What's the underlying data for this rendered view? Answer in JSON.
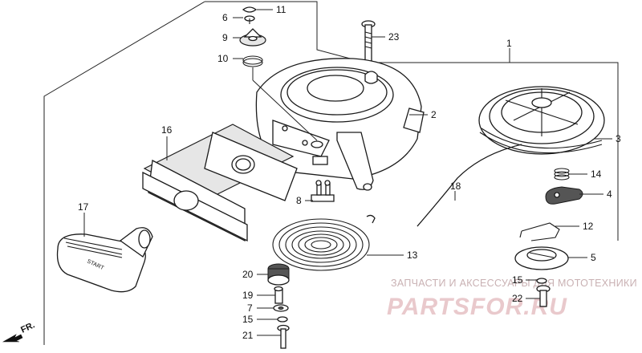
{
  "labels": {
    "p1": "1",
    "p2": "2",
    "p3": "3",
    "p4": "4",
    "p5": "5",
    "p6": "6",
    "p7": "7",
    "p8": "8",
    "p9": "9",
    "p10": "10",
    "p11": "11",
    "p12": "12",
    "p13": "13",
    "p14": "14",
    "p15a": "15",
    "p15b": "15",
    "p16": "16",
    "p17": "17",
    "p18": "18",
    "p19": "19",
    "p20": "20",
    "p21": "21",
    "p22": "22",
    "p23": "23"
  },
  "start_text": "START",
  "front_marker": "FR.",
  "watermark": {
    "subtitle": "ЗАПЧАСТИ И АКСЕССУАРЫ ДЛЯ МОТОТЕХНИКИ",
    "brand": "PARTSFOR.RU"
  }
}
